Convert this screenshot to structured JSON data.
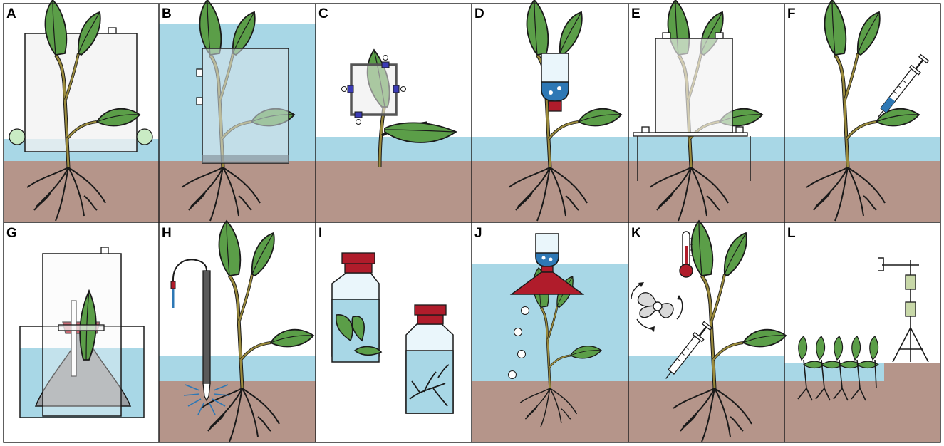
{
  "figure": {
    "panels": [
      {
        "id": "A",
        "label": "A"
      },
      {
        "id": "B",
        "label": "B"
      },
      {
        "id": "C",
        "label": "C"
      },
      {
        "id": "D",
        "label": "D"
      },
      {
        "id": "E",
        "label": "E"
      },
      {
        "id": "F",
        "label": "F"
      },
      {
        "id": "G",
        "label": "G"
      },
      {
        "id": "H",
        "label": "H"
      },
      {
        "id": "I",
        "label": "I"
      },
      {
        "id": "J",
        "label": "J"
      },
      {
        "id": "K",
        "label": "K"
      },
      {
        "id": "L",
        "label": "L"
      }
    ]
  },
  "colors": {
    "water": "#a8d7e6",
    "soil": "#b5958a",
    "leaf": "#5b9e48",
    "stem": "#9a8a3c",
    "cap": "#b01c2b",
    "chamber": "#f1f1f1",
    "gray": "#9a9ea2",
    "blue_fluid": "#2e78b5",
    "clip": "#3b3bb5",
    "outline": "#1a1a1a"
  }
}
